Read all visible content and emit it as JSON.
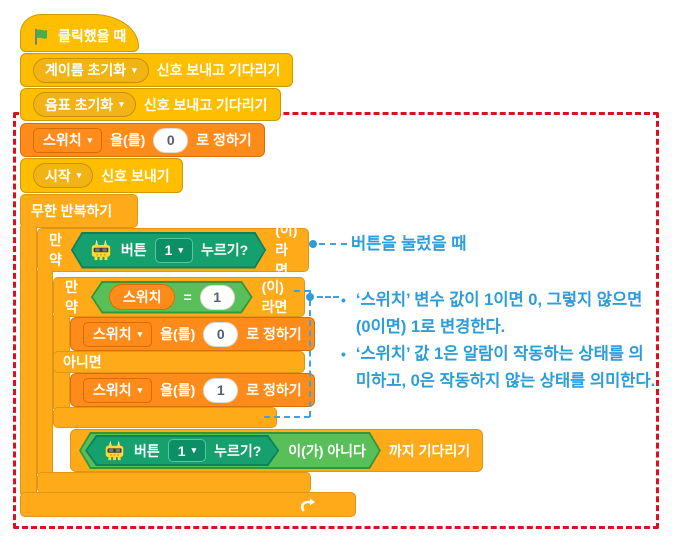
{
  "blocks": {
    "when_clicked": {
      "label": "클릭했을 때"
    },
    "broadcast_wait_note_names": {
      "dropdown": "계이름 초기화",
      "label": "신호 보내고 기다리기"
    },
    "broadcast_wait_notes": {
      "dropdown": "음표 초기화",
      "label": "신호 보내고 기다리기"
    },
    "set_switch_top": {
      "variable": "스위치",
      "particle": "을(를)",
      "value": "0",
      "suffix": "로 정하기"
    },
    "broadcast_start": {
      "dropdown": "시작",
      "label": "신호 보내기"
    },
    "forever": {
      "label": "무한 반복하기"
    },
    "if_outer": {
      "if": "만약",
      "then": "(이)라면"
    },
    "button_pressed_outer": {
      "prefix": "버튼",
      "dropdown": "1",
      "suffix": "누르기?"
    },
    "if_inner": {
      "if": "만약",
      "then": "(이)라면",
      "else": "아니면"
    },
    "switch_equals": {
      "variable": "스위치",
      "operator": "=",
      "value": "1"
    },
    "set_switch_then": {
      "variable": "스위치",
      "particle": "을(를)",
      "value": "0",
      "suffix": "로 정하기"
    },
    "set_switch_else": {
      "variable": "스위치",
      "particle": "을(를)",
      "value": "1",
      "suffix": "로 정하기"
    },
    "wait_until": {
      "not_label": "이(가) 아니다",
      "suffix": "까지 기다리기"
    },
    "button_pressed_wait": {
      "prefix": "버튼",
      "dropdown": "1",
      "suffix": "누르기?"
    }
  },
  "icons": {
    "dropdown_arrow": "▾",
    "bullet": "•"
  },
  "annotations": {
    "note_button": "버튼을 눌렀을 때",
    "note_switch_toggle": [
      "‘스위치’ 변수 값이 1이면 0, 그렇지 않으면",
      "(0이면) 1로 변경한다."
    ],
    "note_switch_meaning": [
      "‘스위치’ 값 1은 알람이 작동하는 상태를 의",
      "미하고, 0은 작동하지 않는 상태를 의미한다."
    ]
  },
  "colors": {
    "events_yellow": "#FFBF00",
    "control_orange": "#FFAB19",
    "variables_orange": "#FF8C1A",
    "operators_green": "#59C059",
    "extension_teal": "#16A06E",
    "annotation_blue": "#2B9DD9",
    "frame_red": "#DC1020"
  }
}
